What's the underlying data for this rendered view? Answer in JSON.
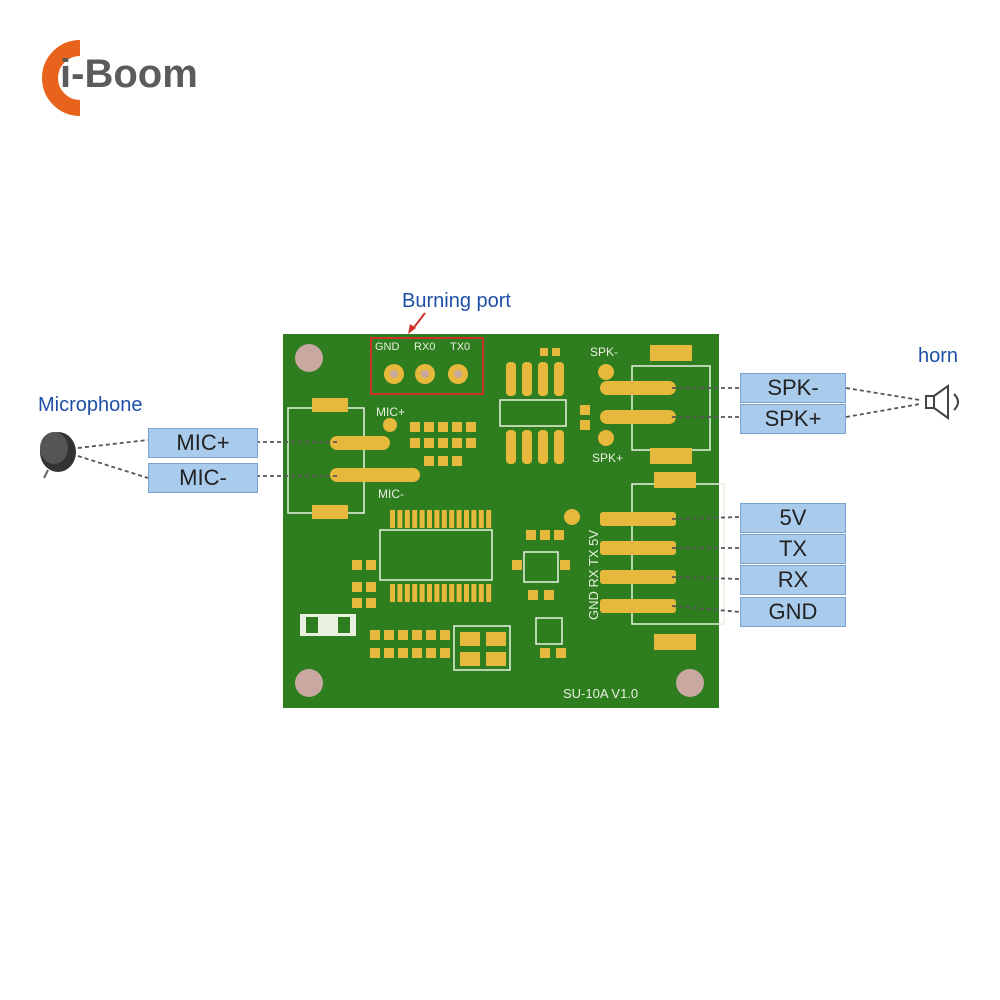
{
  "brand": {
    "name": "i-Boom",
    "letter": "i",
    "rest": "-Boom"
  },
  "captions": {
    "burning_port": "Burning port",
    "microphone": "Microphone",
    "horn": "horn"
  },
  "burning_port_pins": [
    "GND",
    "RX0",
    "TX0"
  ],
  "mic_pins": [
    "MIC+",
    "MIC-"
  ],
  "speaker_pins": [
    "SPK-",
    "SPK+"
  ],
  "power_pins": [
    "5V",
    "TX",
    "RX",
    "GND"
  ],
  "board": {
    "model": "SU-10A V1.0",
    "silk_mic_plus": "MIC+",
    "silk_mic_minus": "MIC-",
    "silk_spk_minus": "SPK-",
    "silk_spk_plus": "SPK+",
    "silk_header": "GND RX TX 5V"
  },
  "colors": {
    "pcb": "#2e7d1f",
    "pad": "#e6b83b",
    "label_bg": "#a9cbec",
    "caption": "#1f4fa8",
    "highlight": "#d0302a"
  }
}
